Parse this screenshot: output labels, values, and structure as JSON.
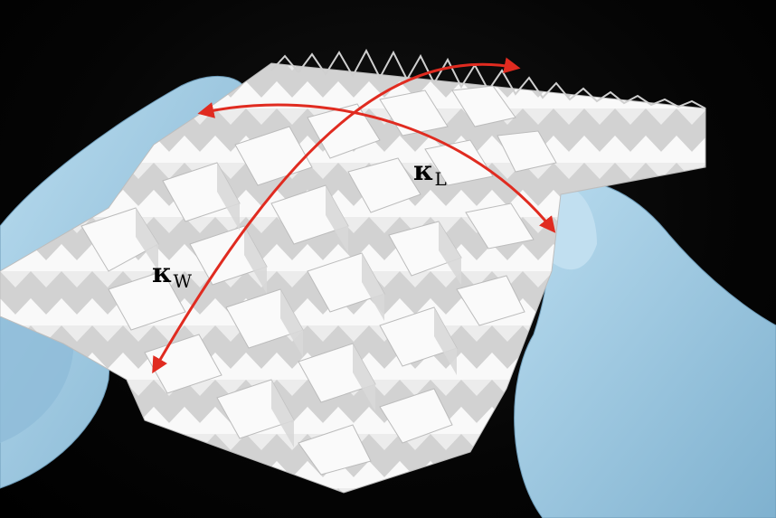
{
  "scene": {
    "description_colors": {
      "background": "#000000",
      "paper": "#f2f2f2",
      "paper_shade": "#c9c9c9",
      "glove": "#a9cfe6",
      "glove_shade": "#7eb0cf",
      "arrow": "#e02b20"
    }
  },
  "annotations": {
    "kappa_l": {
      "symbol": "κ",
      "subscript": "L"
    },
    "kappa_w": {
      "symbol": "κ",
      "subscript": "W"
    }
  }
}
